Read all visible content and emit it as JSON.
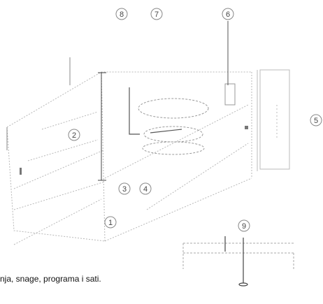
{
  "callouts": [
    {
      "id": "callout-1",
      "label": "1"
    },
    {
      "id": "callout-2",
      "label": "2"
    },
    {
      "id": "callout-3",
      "label": "3"
    },
    {
      "id": "callout-4",
      "label": "4"
    },
    {
      "id": "callout-5",
      "label": "5"
    },
    {
      "id": "callout-6",
      "label": "6"
    },
    {
      "id": "callout-7",
      "label": "7"
    },
    {
      "id": "callout-8",
      "label": "8"
    },
    {
      "id": "callout-9",
      "label": "9"
    }
  ],
  "caption": "nja, snage, programa i sati.",
  "colors": {
    "line": "#b8b8b8",
    "dark_line": "#555555",
    "callout_ring": "#888888",
    "text": "#111111"
  }
}
